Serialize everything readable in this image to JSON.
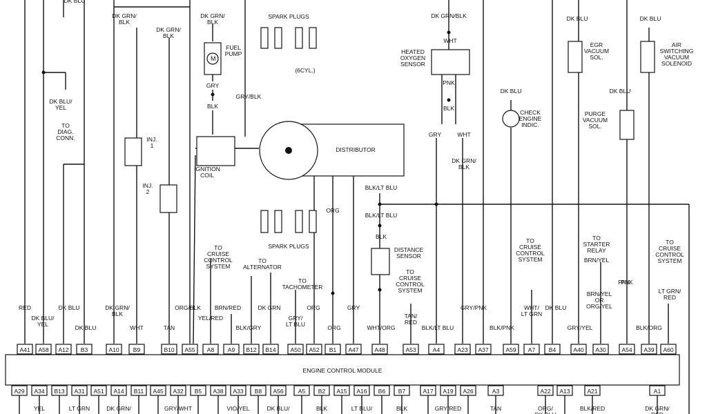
{
  "wire_labels": {
    "top_dk_blu": "DK BLU",
    "dk_grn_blk_a": "DK GRN/\nBLK",
    "dk_grn_blk_b": "DK GRN/\nBLK",
    "dk_grn_blk_c": "DK GRN/\nBLK",
    "dk_grn_blk_top_right": "DK GRN/BLK",
    "dk_blu_yel": "DK BLU/\nYEL",
    "dk_blu_left": "DK BLU",
    "gry_blk": "GRY/BLK",
    "gry": "GRY",
    "blk": "BLK",
    "wht": "WHT",
    "pnk": "PNK",
    "blk2": "BLK",
    "gry2": "GRY",
    "wht2": "WHT",
    "dk_grn_blk_d": "DK GRN/\nBLK",
    "dk_blu_check": "DK BLU",
    "dk_blu_egr": "DK BLU",
    "dk_blu_air": "DK BLU",
    "dk_blu_purge": "DK BLU",
    "blk_lt_blu_a": "BLK/LT BLU",
    "blk_lt_blu_b": "BLK/LT BLU",
    "blk3": "BLK",
    "org": "ORG",
    "pnk2": "PNK"
  },
  "components": {
    "to_diag": "TO\nDIAG.\nCONN.",
    "inj1": "INJ.\n1",
    "inj2": "INJ.\n2",
    "fuel_pump": "FUEL\nPUMP",
    "spark_plugs_top": "SPARK PLUGS",
    "six_cyl": "(6CYL.)",
    "spark_plugs_bottom": "SPARK PLUGS",
    "ignition_coil": "IGNITION\nCOIL",
    "distributor": "DISTRIBUTOR",
    "heated_oxygen": "HEATED\nOXYGEN\nSENSOR",
    "check_engine": "CHECK\nENGINE\nINDIC.",
    "egr": "EGR\nVACUUM\nSOL.",
    "air_switching": "AIR\nSWITCHING\nVACUUM\nSOLENOID",
    "purge": "PURGE\nVACUUM\nSOL.",
    "distance_sensor": "DISTANCE\nSENSOR",
    "to_cruise_a": "TO\nCRUISE\nCONTROL\nSYSTEM",
    "to_alternator": "TO\nALTERNATOR",
    "to_tachometer": "TO\nTACHOMETER",
    "to_cruise_b": "TO\nCRUISE\nCONTROL\nSYSTEM",
    "to_cruise_c": "TO\nCRUISE\nCONTROL\nSYSTEM",
    "to_starter": "TO\nSTARTER\nRELAY",
    "to_cruise_d": "TO\nCRUISE\nCONTROL\nSYSTEM"
  },
  "lower_labels": [
    {
      "t": "RED"
    },
    {
      "t": "DK BLU/\nYEL"
    },
    {
      "t": "DK BLU"
    },
    {
      "t": "DK BLU"
    },
    {
      "t": "DK GRN/\nBLK"
    },
    {
      "t": "WHT"
    },
    {
      "t": "TAN"
    },
    {
      "t": "ORG/BLK"
    },
    {
      "t": "YEL/RED"
    },
    {
      "t": "BRN/RED"
    },
    {
      "t": "BLK/GRY"
    },
    {
      "t": "DK GRN"
    },
    {
      "t": "GRY/\nLT BLU"
    },
    {
      "t": "ORG"
    },
    {
      "t": "ORG"
    },
    {
      "t": "GRY"
    },
    {
      "t": "WHT/ORG"
    },
    {
      "t": "TAN/\nRED"
    },
    {
      "t": "BLK/LT BLU"
    },
    {
      "t": "GRY/PNK"
    },
    {
      "t": "BLK/PNK"
    },
    {
      "t": "WHT/\nLT GRN"
    },
    {
      "t": "DK BLU"
    },
    {
      "t": "GRY/YEL"
    },
    {
      "t": "BRN/YEL"
    },
    {
      "t": "BRN/YEL\nOR\nORG/YEL"
    },
    {
      "t": "PNK"
    },
    {
      "t": "BLK/ORG"
    },
    {
      "t": "LT GRN/\nRED"
    }
  ],
  "ecm_title": "ENGINE CONTROL MODULE",
  "top_pins": [
    "A41",
    "A58",
    "A12",
    "B3",
    "A10",
    "B9",
    "B10",
    "A55",
    "A8",
    "A9",
    "B12",
    "B14",
    "A50",
    "A52",
    "B1",
    "A47",
    "A48",
    "A53",
    "A4",
    "A23",
    "A37",
    "A59",
    "A7",
    "B4",
    "A40",
    "A30",
    "A54",
    "A39",
    "A60"
  ],
  "bottom_pins": [
    "A29",
    "A34",
    "B13",
    "A31",
    "A51",
    "A14",
    "B11",
    "A45",
    "A32",
    "B5",
    "A38",
    "A33",
    "B8",
    "A56",
    "A5",
    "B2",
    "A15",
    "A16",
    "B6",
    "B7",
    "A17",
    "A19",
    "A26",
    "A3",
    "A22",
    "A13",
    "A21",
    "A1"
  ],
  "bottom_labels": [
    {
      "t": "YEL"
    },
    {
      "t": "LT GRN"
    },
    {
      "t": "DK GRN/"
    },
    {
      "t": "GRY/WHT"
    },
    {
      "t": "VIO/YEL"
    },
    {
      "t": "DK BLU/"
    },
    {
      "t": "BLK"
    },
    {
      "t": "LT BLU/"
    },
    {
      "t": "BLK"
    },
    {
      "t": "GRY/RED"
    },
    {
      "t": "TAN"
    },
    {
      "t": "ORG/\nDK BLU"
    },
    {
      "t": "BLK/RED"
    },
    {
      "t": "DK GRN/\nRED"
    }
  ]
}
